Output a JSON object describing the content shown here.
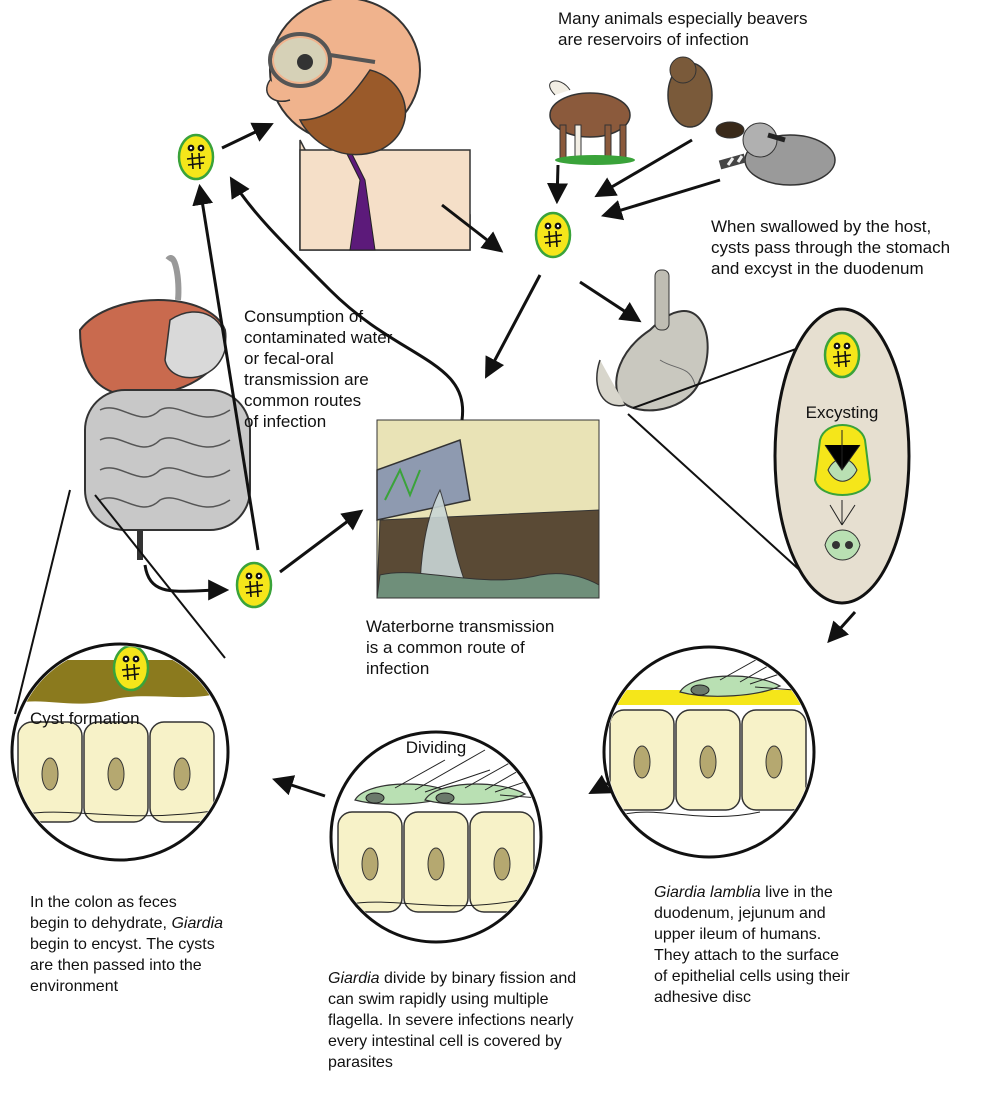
{
  "labels": {
    "reservoirs": [
      "Many animals especially beavers",
      "are reservoirs of infection"
    ],
    "swallowed": [
      "When swallowed by the host,",
      "cysts pass through the stomach",
      "and excyst in the duodenum"
    ],
    "consumption": [
      "Consumption of",
      "contaminated water",
      "or fecal-oral",
      "transmission are",
      "common routes",
      "of infection"
    ],
    "waterborne": [
      "Waterborne transmission",
      "is a common route of",
      "infection"
    ],
    "excysting": "Excysting",
    "dividing": "Dividing",
    "cyst_formation": "Cyst formation",
    "colon_text": {
      "line1": "In the colon as feces",
      "line2_pre": "begin to dehydrate, ",
      "line2_italic": "Giardia",
      "line3": "begin to encyst. The cysts",
      "line4": "are then passed into the",
      "line5": "environment"
    },
    "divide_text": {
      "italic": "Giardia",
      "line1_post": " divide by binary fission and",
      "line2": "can swim rapidly using multiple",
      "line3": "flagella. In severe infections nearly",
      "line4": "every intestinal  cell is covered by",
      "line5": "parasites"
    },
    "lamblia_text": {
      "italic": "Giardia lamblia",
      "line1_post": " live in the",
      "line2": "duodenum, jejunum and",
      "line3": "upper ileum of humans.",
      "line4": "They attach to the surface",
      "line5": "of epithelial cells using their",
      "line6": "adhesive disc"
    }
  },
  "colors": {
    "cyst_fill": "#f5e61a",
    "cyst_ring": "#3aa33a",
    "epithelium": "#f7f2c8",
    "nucleus": "#b5a870",
    "trophozoite": "#b9e0b3",
    "excyst_bg": "#e6dfd0",
    "organ_liver": "#c96a4e",
    "intestine": "#c8c8c8",
    "feces": "#8b7a1e",
    "sewer_bg": "#e9e3b6"
  }
}
